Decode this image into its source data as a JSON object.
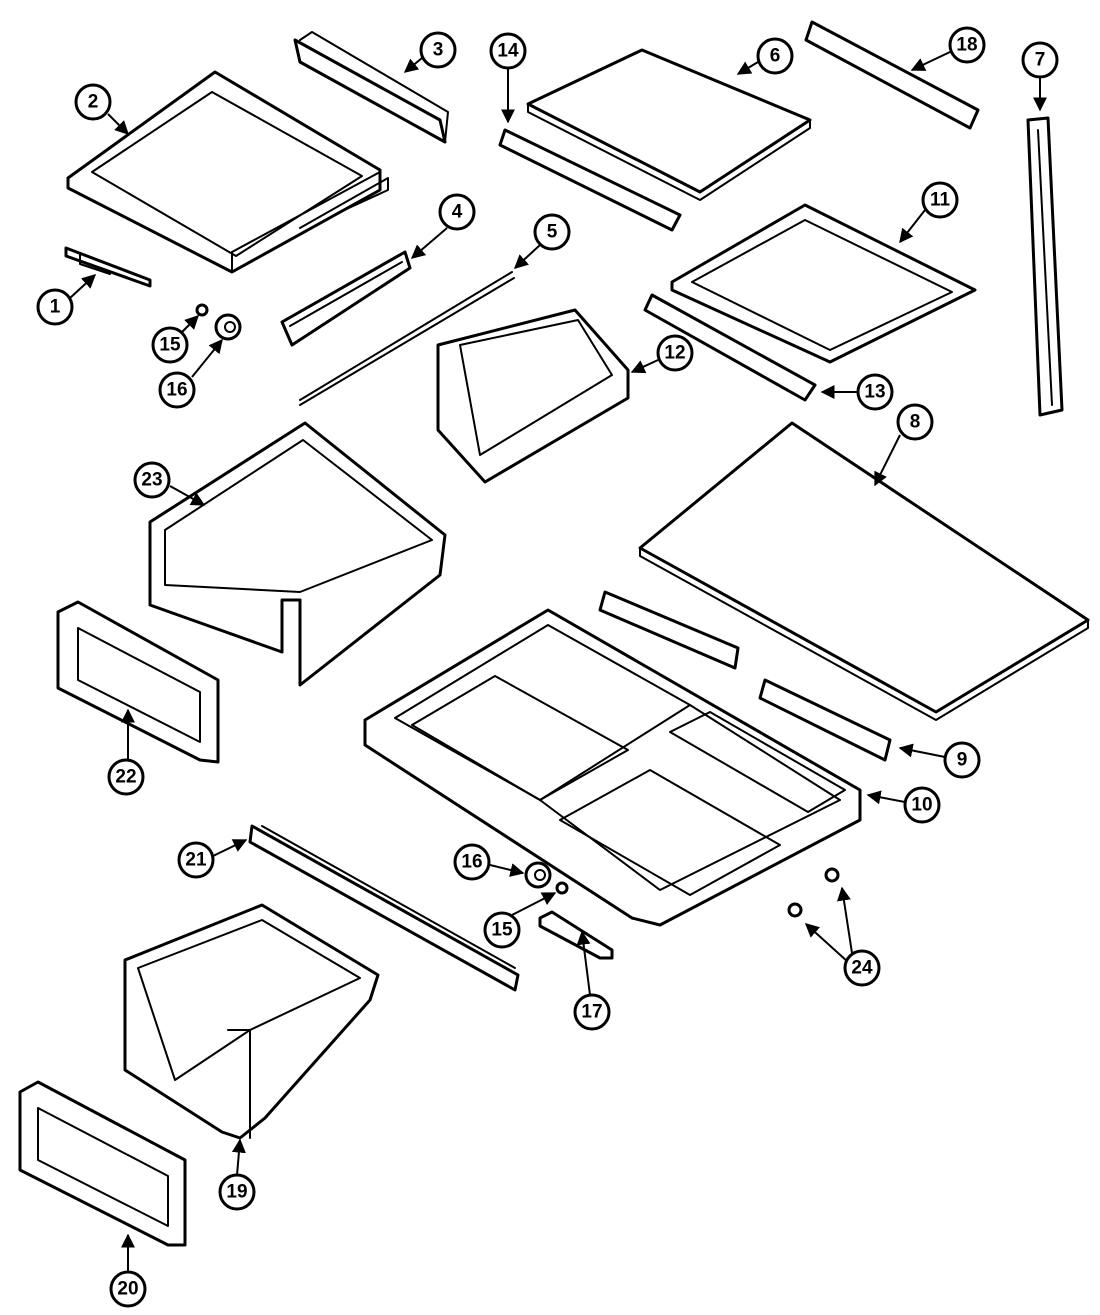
{
  "diagram": {
    "callouts": [
      "1",
      "2",
      "3",
      "4",
      "5",
      "6",
      "7",
      "8",
      "9",
      "10",
      "11",
      "12",
      "13",
      "14",
      "15",
      "15",
      "16",
      "16",
      "17",
      "18",
      "19",
      "20",
      "21",
      "22",
      "23",
      "24"
    ]
  }
}
